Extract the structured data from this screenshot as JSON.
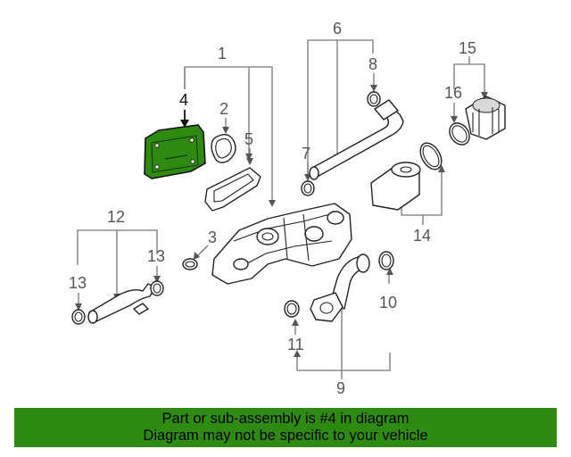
{
  "diagram": {
    "selected_part": "4",
    "callouts": [
      "1",
      "2",
      "3",
      "4",
      "5",
      "6",
      "7",
      "8",
      "9",
      "10",
      "11",
      "12",
      "13",
      "13",
      "14",
      "15",
      "16"
    ],
    "highlight_color": "#2f8a12"
  },
  "banner": {
    "line1": "Part or sub-assembly is #4 in diagram",
    "line2": "Diagram may not be specific to your vehicle",
    "background": "#2f8a12"
  }
}
